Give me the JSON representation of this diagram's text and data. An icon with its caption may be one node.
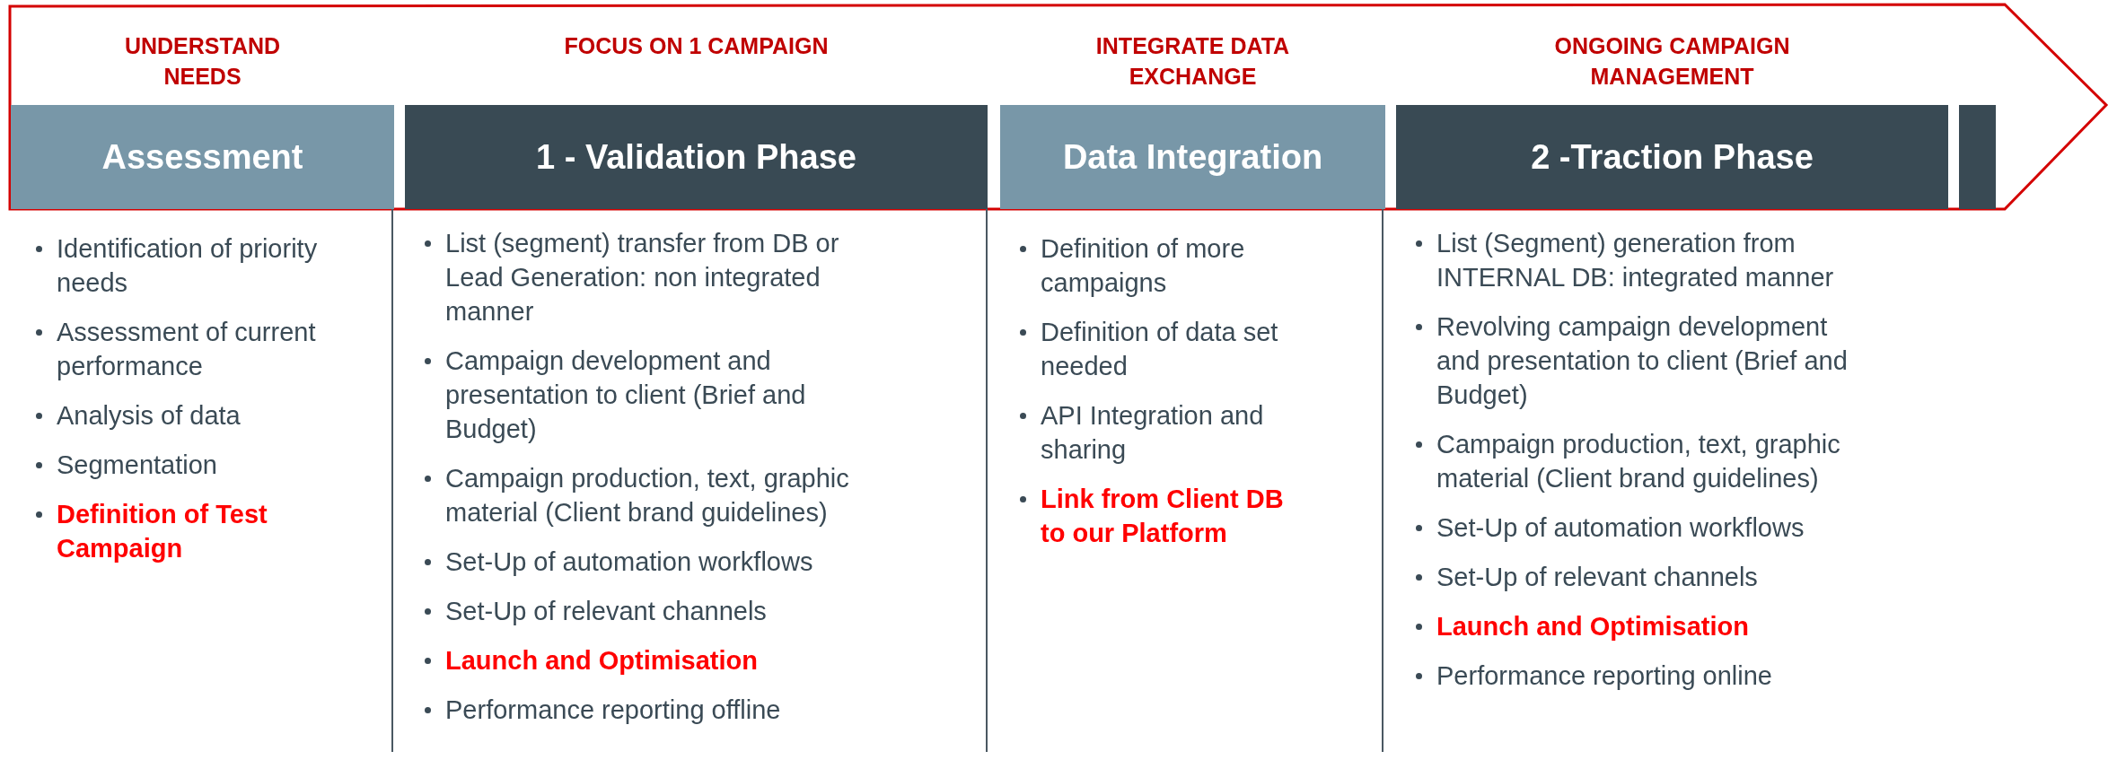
{
  "diagram": {
    "nodes": [
      {
        "text": [
          "UNDERSTAND NEEDS",
          "Assessment",
          "Identification of priority needs",
          "Assessment of current performance",
          "Analysis of data",
          "Segmentation",
          "**Definition of Test Campaign**"
        ]
      },
      {
        "text": [
          "FOCUS ON 1 CAMPAIGN",
          "1 - Validation Phase",
          "List (segment) transfer from DB or Lead Generation: non integrated manner",
          "Campaign development and presentation to client (Brief and Budget)",
          "Campaign production, text, graphic material (Client brand guidelines)",
          "Set-Up of automation workflows",
          "Set-Up of relevant channels",
          "**Launch and Optimisation**",
          "Performance reporting offline"
        ]
      },
      {
        "text": [
          "INTEGRATE DATA EXCHANGE",
          "Data Integration",
          "Definition of more campaigns",
          "Definition of data set needed",
          "API Integration and sharing",
          "**Link from Client DB to our Platform**"
        ]
      },
      {
        "text": [
          "ONGOING CAMPAIGN MANAGEMENT",
          "2 -Traction Phase",
          "List (Segment) generation from INTERNAL DB: integrated manner",
          "Revolving campaign development and presentation to client (Brief and Budget)",
          "Campaign production, text, graphic material (Client brand guidelines)",
          "Set-Up of automation workflows",
          "Set-Up of relevant channels",
          "**Launch and Optimisation**",
          "Performance reporting online"
        ]
      },
      {
        "text": [],
        "shape": "bar"
      }
    ]
  }
}
